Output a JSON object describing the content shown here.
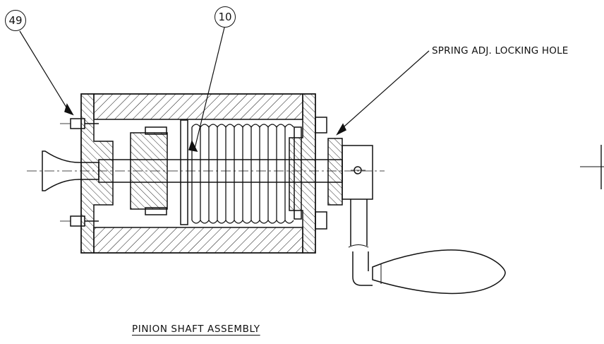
{
  "diagram": {
    "title": "PINION SHAFT ASSEMBLY",
    "callout": "SPRING ADJ. LOCKING HOLE",
    "balloons": [
      "49",
      "10"
    ],
    "colors": {
      "ink": "#111111",
      "paper": "#ffffff"
    }
  }
}
